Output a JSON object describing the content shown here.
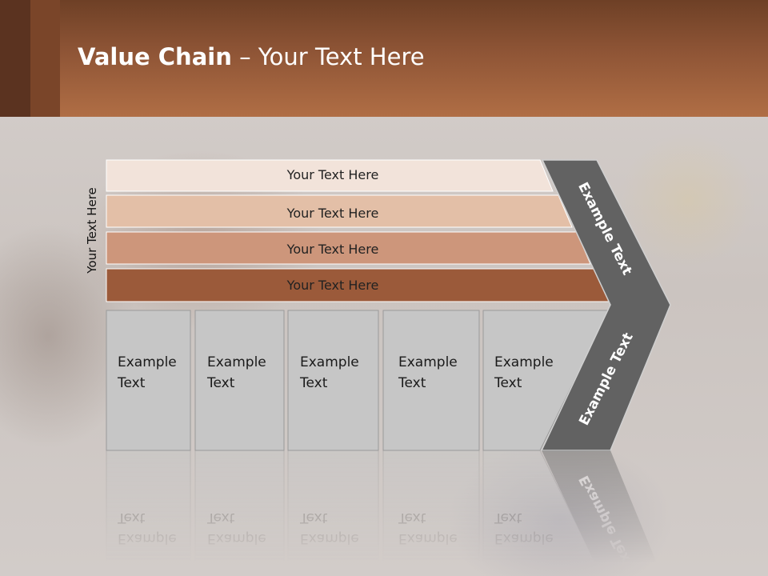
{
  "slide": {
    "title_bold": "Value Chain",
    "title_rest": " – Your Text Here",
    "side_label": "Your Text Here"
  },
  "bars": [
    {
      "label": "Your Text Here",
      "color": "#f2e3da"
    },
    {
      "label": "Your Text Here",
      "color": "#e3bfa7"
    },
    {
      "label": "Your Text Here",
      "color": "#cd967b"
    },
    {
      "label": "Your Text Here",
      "color": "#9b5a3a"
    }
  ],
  "boxes": [
    {
      "line1": "Example",
      "line2": "Text"
    },
    {
      "line1": "Example",
      "line2": "Text"
    },
    {
      "line1": "Example",
      "line2": "Text"
    },
    {
      "line1": "Example",
      "line2": "Text"
    },
    {
      "line1": "Example",
      "line2": "Text"
    }
  ],
  "chevron": {
    "top_label": "Example Text",
    "bottom_label": "Example Text",
    "color": "#626262"
  }
}
